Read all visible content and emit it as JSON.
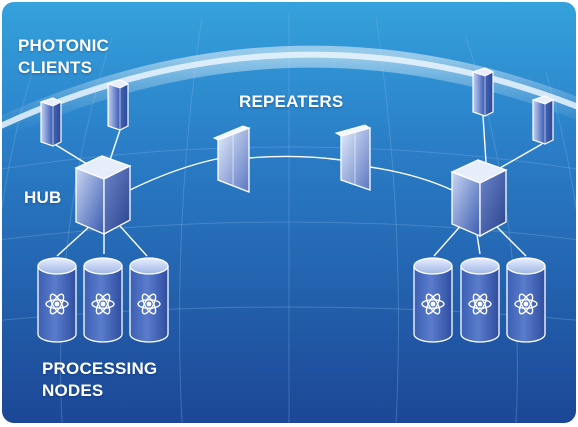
{
  "labels": {
    "photonic_clients_line1": "PHOTONIC",
    "photonic_clients_line2": "CLIENTS",
    "repeaters": "REPEATERS",
    "hub": "HUB",
    "processing_nodes_line1": "PROCESSING",
    "processing_nodes_line2": "NODES"
  },
  "colors": {
    "background_top": "#2f8fd0",
    "background_bottom": "#1c4a9a",
    "horizon_glow": "#d8ecfb",
    "device_face": "#3f63b5",
    "device_highlight": "#dfe8f8",
    "link": "#ffffff"
  },
  "icons": {
    "node_symbol": "atom-icon",
    "hub": "cube-icon",
    "client": "hexagonal-prism-icon",
    "repeater": "prism-icon"
  }
}
